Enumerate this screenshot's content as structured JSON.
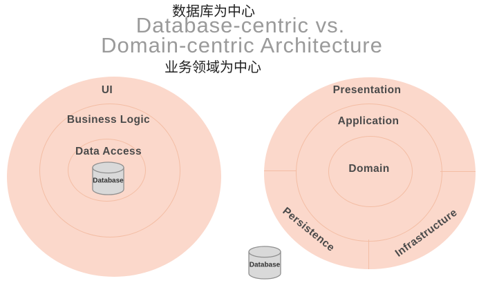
{
  "header": {
    "subtitle_top": "数据库为中心",
    "title_line1": "Database-centric vs.",
    "title_line2": "Domain-centric Architecture",
    "subtitle_bottom": "业务领域为中心"
  },
  "left_diagram": {
    "name": "Database-centric",
    "layers": [
      {
        "label": "UI"
      },
      {
        "label": "Business Logic"
      },
      {
        "label": "Data Access"
      }
    ],
    "database_label": "Database"
  },
  "right_diagram": {
    "name": "Domain-centric",
    "layers": [
      {
        "label": "Presentation"
      },
      {
        "label": "Application"
      },
      {
        "label": "Domain"
      }
    ],
    "outer_segments": [
      {
        "label": "Persistence"
      },
      {
        "label": "Infrastructure"
      }
    ],
    "database_label": "Database"
  },
  "colors": {
    "circle_fill": "#fbd8cb",
    "ring_stroke": "#f3bda4",
    "title_gray": "#9a9a9a",
    "subtitle_dark": "#1f1f1f",
    "label_dark": "#4a4a4a",
    "cylinder_fill": "#d9d9d9",
    "cylinder_stroke": "#8f8f8f",
    "cylinder_label": "#333333"
  }
}
